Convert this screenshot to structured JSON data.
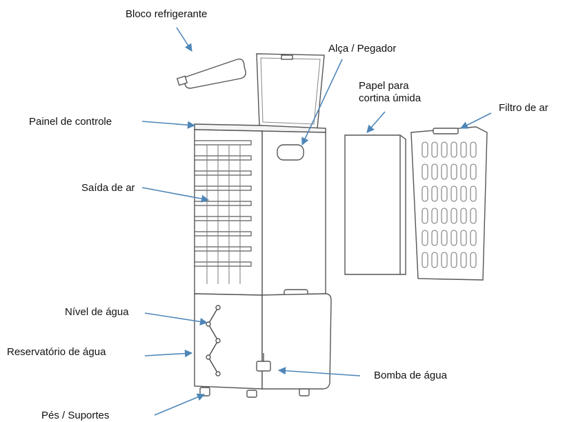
{
  "labels": {
    "coolant_block": "Bloco refrigerante",
    "handle": "Alça / Pegador",
    "wet_curtain": "Papel para\ncortina úmida",
    "air_filter": "Filtro de ar",
    "control_panel": "Painel de controle",
    "air_outlet": "Saída de ar",
    "water_level": "Nível de água",
    "water_tank": "Reservatório de água",
    "water_pump": "Bomba de água",
    "feet": "Pés / Suportes"
  },
  "colors": {
    "arrow": "#4f86b8",
    "outline": "#555555",
    "text": "#111111"
  }
}
